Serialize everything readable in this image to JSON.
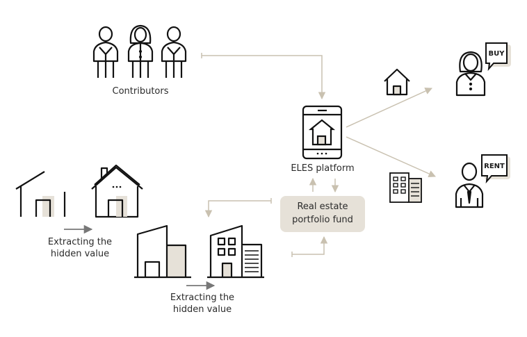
{
  "nodes": {
    "contributors": "Contributors",
    "platform": "ELES platform",
    "fund_line1": "Real estate",
    "fund_line2": "portfolio fund",
    "extract_left_line1": "Extracting the",
    "extract_left_line2": "hidden value",
    "extract_bottom_line1": "Extracting the",
    "extract_bottom_line2": "hidden value",
    "buy": "BUY",
    "rent": "RENT"
  },
  "colors": {
    "line": "#111111",
    "connector": "#c9c1b0",
    "fill": "#e6e1d8",
    "arrow_gray": "#777777"
  }
}
